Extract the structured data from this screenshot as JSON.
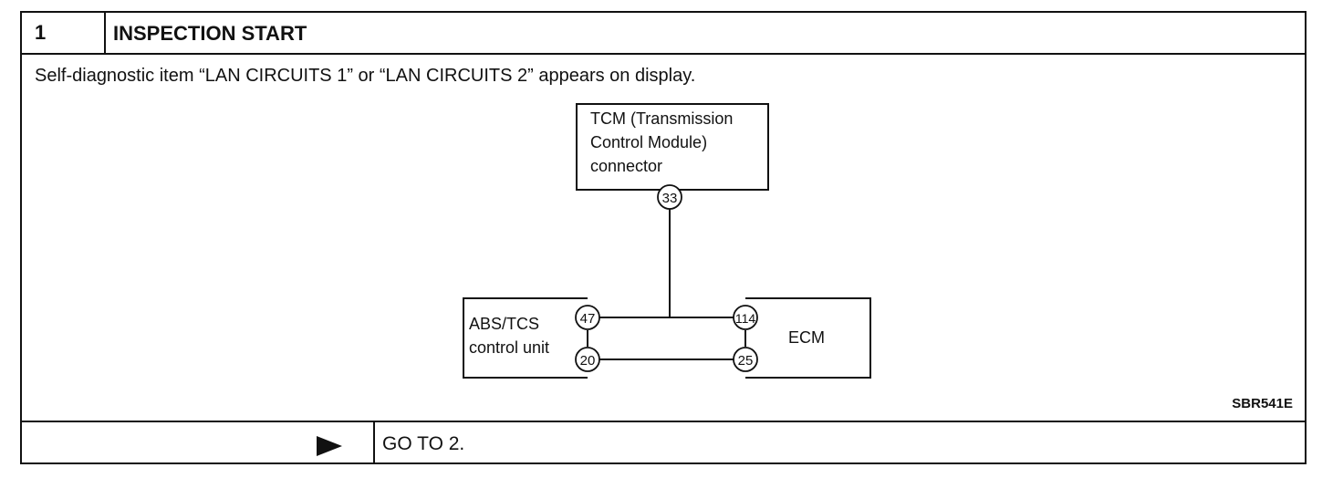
{
  "step": {
    "number": "1",
    "title": "INSPECTION START"
  },
  "description": "Self-diagnostic item “LAN CIRCUITS 1” or “LAN CIRCUITS 2” appears on display.",
  "diagram": {
    "tcm": {
      "label_lines": [
        "TCM (Transmission",
        "Control Module)",
        "connector"
      ],
      "pin": "33"
    },
    "abs_tcs": {
      "label_lines": [
        "ABS/TCS",
        "control unit"
      ],
      "pins": [
        "47",
        "20"
      ]
    },
    "ecm": {
      "label": "ECM",
      "pins": [
        "114",
        "25"
      ]
    }
  },
  "figure_id": "SBR541E",
  "footer": {
    "arrow_icon": "right-triangle-arrow-icon",
    "result": "GO TO 2."
  }
}
